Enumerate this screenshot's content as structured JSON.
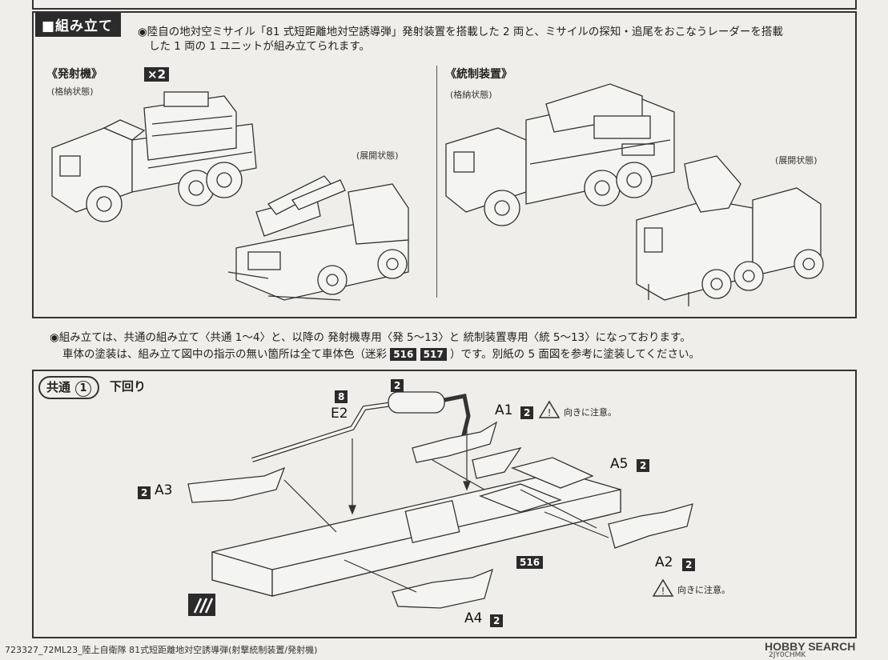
{
  "section": {
    "title": "■組み立て",
    "intro_line1": "◉陸自の地対空ミサイル「81 式短距離地対空誘導弾」発射装置を搭載した 2 両と、ミサイルの探知・追尾をおこなうレーダーを搭載",
    "intro_line2": "した 1 両の 1 ユニットが組み立てられます。"
  },
  "launcher": {
    "title": "《発射機》",
    "stowed": "(格納状態)",
    "qty": "×2",
    "deployed": "(展開状態)"
  },
  "control": {
    "title": "《統制装置》",
    "stowed": "(格納状態)",
    "deployed": "(展開状態)"
  },
  "notes": {
    "line1": "◉組み立ては、共通の組み立て〈共通 1〜4〉と、以降の 発射機専用〈発 5〜13〉と 統制装置専用〈統 5〜13〉になっております。",
    "line2_pre": "車体の塗装は、組み立て図中の指示の無い箇所は全て車体色（迷彩",
    "paint1": "516",
    "paint2": "517",
    "line2_post": "）です。別紙の 5 面図を参考に塗装してください。"
  },
  "step": {
    "pill_text": "共通",
    "pill_num": "1",
    "title": "下回り"
  },
  "parts": {
    "e2_color": "8",
    "e2_label": "E2",
    "muffler_color": "2",
    "a1_label": "A1",
    "a1_color": "2",
    "a1_note": "向きに注意。",
    "a5_label": "A5",
    "a5_color": "2",
    "a3_label": "A3",
    "a3_color": "2",
    "chassis_color": "516",
    "a2_label": "A2",
    "a2_color": "2",
    "a2_note": "向きに注意。",
    "a4_label": "A4",
    "a4_color": "2"
  },
  "footer": {
    "left": "723327_72ML23_陸上自衛隊 81式短距離地対空誘導弾(射撃統制装置/発射機)",
    "code": "2JY0CHMK",
    "brand": "HOBBY SEARCH"
  }
}
